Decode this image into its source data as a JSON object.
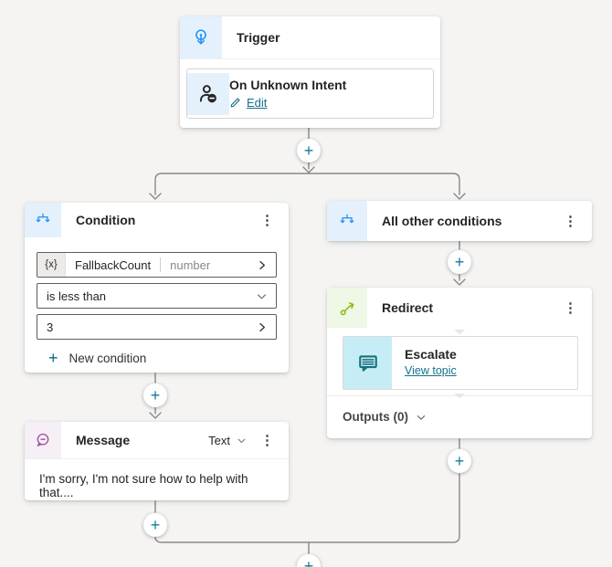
{
  "icons": {
    "plus": "+",
    "kebab": "⋮"
  },
  "colors": {
    "canvas_bg": "#f5f4f2",
    "accent_blue": "#2994f3",
    "accent_green": "#84bd00",
    "accent_purple": "#9a4f9e",
    "accent_teal_icon": "#19707e",
    "link_teal": "#16708a",
    "connector_grey": "#8a8886",
    "plus_teal": "#17799e"
  },
  "nodes": {
    "trigger": {
      "title": "Trigger",
      "item": {
        "title": "On Unknown Intent",
        "edit_label": "Edit"
      }
    },
    "condition": {
      "title": "Condition",
      "variable": {
        "chip": "{x}",
        "name": "FallbackCount",
        "type": "number"
      },
      "operator": "is less than",
      "value": "3",
      "new_condition_label": "New condition"
    },
    "all_other": {
      "title": "All other conditions"
    },
    "redirect": {
      "title": "Redirect",
      "topic_name": "Escalate",
      "topic_link": "View topic",
      "outputs_label": "Outputs (0)"
    },
    "message": {
      "title": "Message",
      "format_label": "Text",
      "body": "I'm sorry, I'm not sure how to help with that...."
    }
  }
}
